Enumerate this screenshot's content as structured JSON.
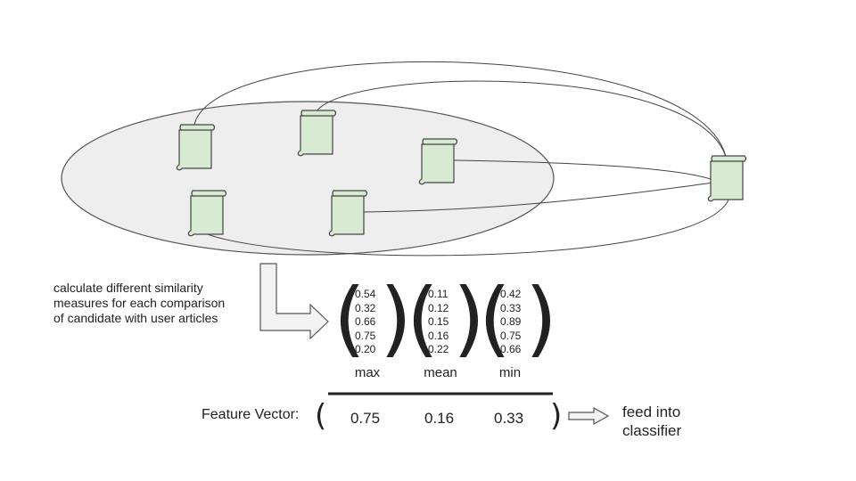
{
  "description": "calculate different similarity\nmeasures for each comparison\nof candidate with user articles",
  "vectors": [
    {
      "label": "max",
      "values": [
        "0.54",
        "0.32",
        "0.66",
        "0.75",
        "0.20"
      ]
    },
    {
      "label": "mean",
      "values": [
        "0.11",
        "0.12",
        "0.15",
        "0.16",
        "0.22"
      ]
    },
    {
      "label": "min",
      "values": [
        "0.42",
        "0.33",
        "0.89",
        "0.75",
        "0.66"
      ]
    }
  ],
  "feature_vector": {
    "label": "Feature Vector:",
    "values": [
      "0.75",
      "0.16",
      "0.33"
    ]
  },
  "output_text": "feed into\nclassifier",
  "icons": {
    "document": "scroll-icon",
    "arrow": "arrow-right-icon"
  },
  "colors": {
    "ellipse_fill": "#eeeeee",
    "scroll_fill": "#d9ead3",
    "stroke": "#444444",
    "arrow_fill": "#f3f3f3"
  }
}
